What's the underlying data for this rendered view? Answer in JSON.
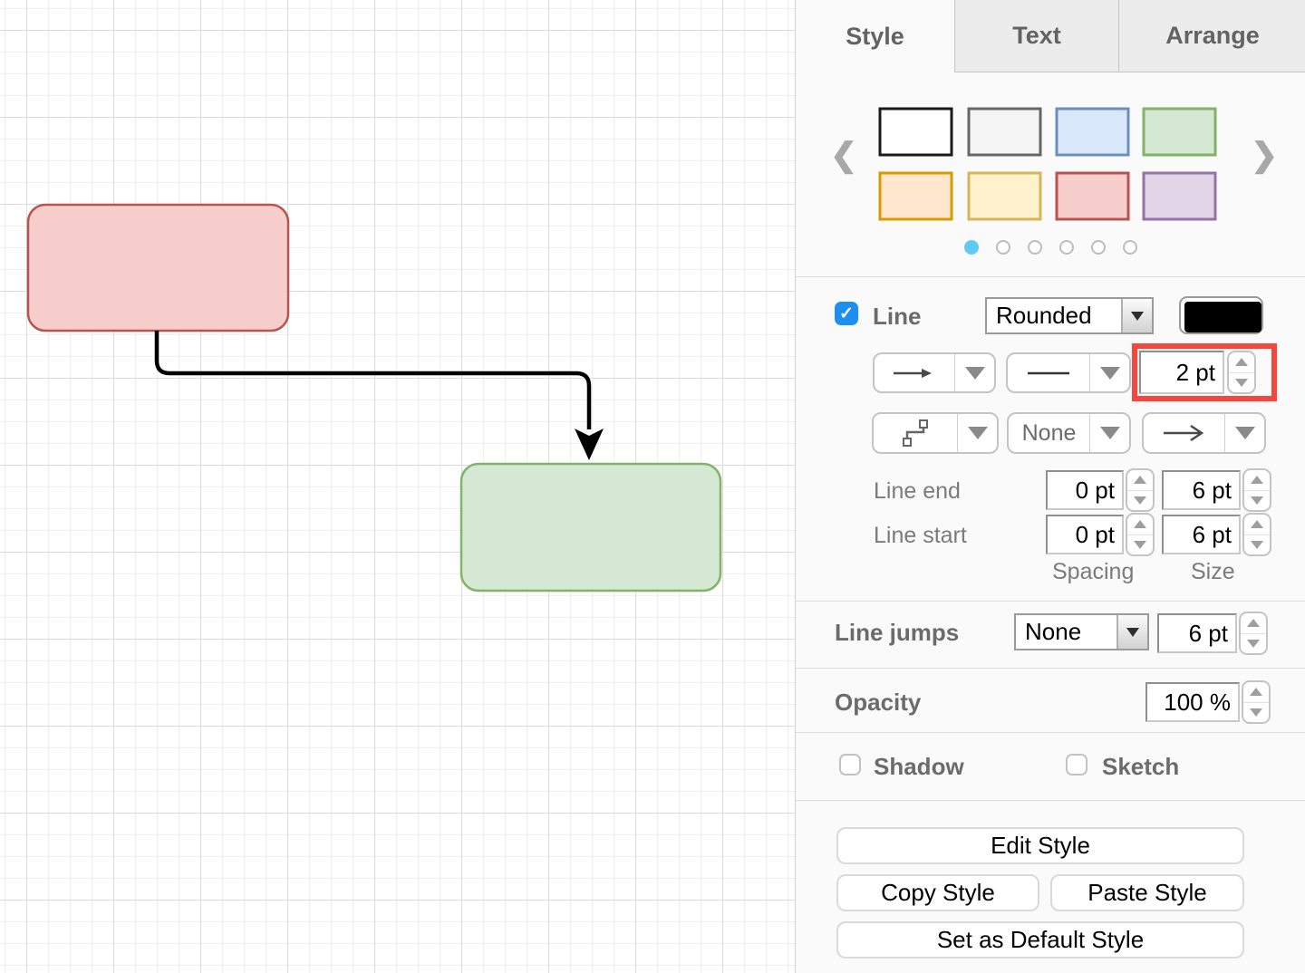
{
  "diagram": {
    "shapes": [
      {
        "name": "source-box",
        "fill": "#f8cecc",
        "stroke": "#b85450"
      },
      {
        "name": "target-box",
        "fill": "#d5e8d4",
        "stroke": "#82b366"
      }
    ],
    "connector": {
      "stroke": "#000000",
      "style": "rounded-orthogonal",
      "end_arrow": "classic"
    }
  },
  "panel": {
    "tabs": {
      "style": "Style",
      "text": "Text",
      "arrange": "Arrange",
      "active": "Style"
    },
    "swatches": [
      {
        "fill": "#ffffff",
        "stroke": "#1a1a1a"
      },
      {
        "fill": "#f5f5f5",
        "stroke": "#666666"
      },
      {
        "fill": "#dae8fc",
        "stroke": "#6c8ebf"
      },
      {
        "fill": "#d5e8d4",
        "stroke": "#82b366"
      },
      {
        "fill": "#ffe6cc",
        "stroke": "#d79b00"
      },
      {
        "fill": "#fff2cc",
        "stroke": "#d6b656"
      },
      {
        "fill": "#f8cecc",
        "stroke": "#b85450"
      },
      {
        "fill": "#e1d5e7",
        "stroke": "#9673a6"
      }
    ],
    "pager": {
      "count": 6,
      "active_index": 0,
      "active_color": "#5fcbf5"
    },
    "line": {
      "label": "Line",
      "checked": true,
      "corner_style": "Rounded",
      "color": "#000000",
      "width": "2 pt",
      "connection": "None",
      "line_end_label": "Line end",
      "line_end_spacing": "0 pt",
      "line_end_size": "6 pt",
      "line_start_label": "Line start",
      "line_start_spacing": "0 pt",
      "line_start_size": "6 pt",
      "spacing_label": "Spacing",
      "size_label": "Size"
    },
    "line_jumps": {
      "label": "Line jumps",
      "value": "None",
      "size": "6 pt"
    },
    "opacity": {
      "label": "Opacity",
      "value": "100 %"
    },
    "effects": {
      "shadow_label": "Shadow",
      "shadow_checked": false,
      "sketch_label": "Sketch",
      "sketch_checked": false
    },
    "actions": {
      "edit": "Edit Style",
      "copy": "Copy Style",
      "paste": "Paste Style",
      "set_default": "Set as Default Style"
    },
    "annotation": {
      "highlight_color": "#f5473d",
      "target": "line-width-input"
    }
  }
}
